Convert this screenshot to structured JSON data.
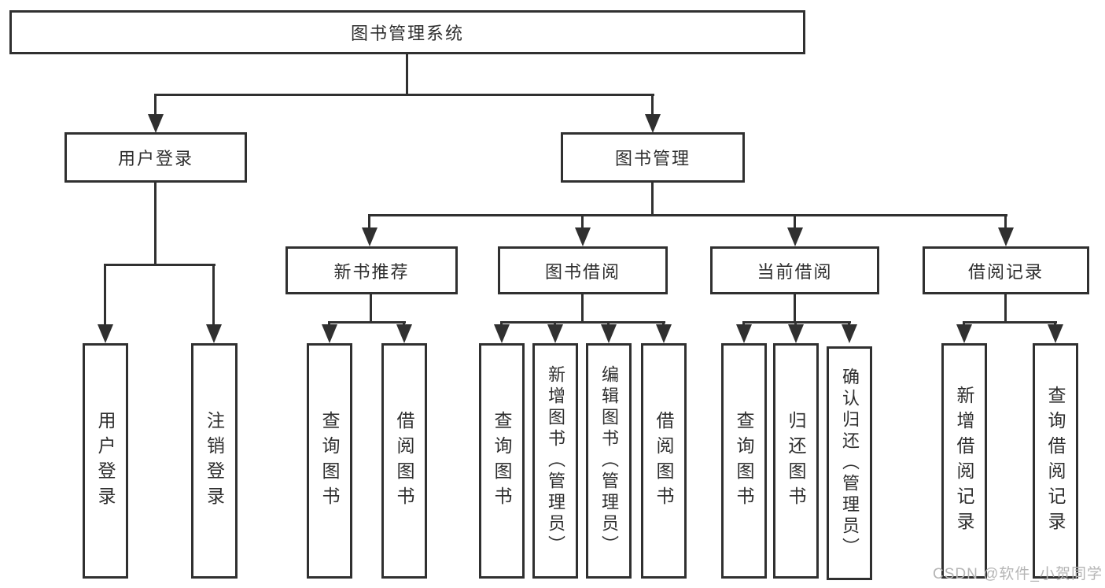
{
  "diagram": {
    "root": {
      "label": "图书管理系统"
    },
    "level2": {
      "user_login": {
        "label": "用户登录"
      },
      "book_management": {
        "label": "图书管理"
      }
    },
    "level3": {
      "new_book": {
        "label": "新书推荐"
      },
      "book_borrow": {
        "label": "图书借阅"
      },
      "current_borrow": {
        "label": "当前借阅"
      },
      "borrow_records": {
        "label": "借阅记录"
      }
    },
    "leaves": {
      "user_login": {
        "label": "用户登录"
      },
      "logout": {
        "label": "注销登录"
      },
      "nb_query_book": {
        "label": "查询图书"
      },
      "nb_borrow_book": {
        "label": "借阅图书"
      },
      "bb_query_book": {
        "label": "查询图书"
      },
      "bb_add_book": {
        "label": "新增图书（管理员）"
      },
      "bb_edit_book": {
        "label": "编辑图书（管理员）"
      },
      "bb_borrow_book": {
        "label": "借阅图书"
      },
      "cb_query_book": {
        "label": "查询图书"
      },
      "cb_return_book": {
        "label": "归还图书"
      },
      "cb_confirm_return": {
        "label": "确认归还（管理员）"
      },
      "br_add_record": {
        "label": "新增借阅记录"
      },
      "br_query_record": {
        "label": "查询借阅记录"
      }
    }
  },
  "watermark": {
    "text": "CSDN @软件_小贺同学"
  },
  "colors": {
    "line": "#303030",
    "text": "#2e2e2e",
    "watermark": "#b5b5b5",
    "background": "#ffffff"
  }
}
